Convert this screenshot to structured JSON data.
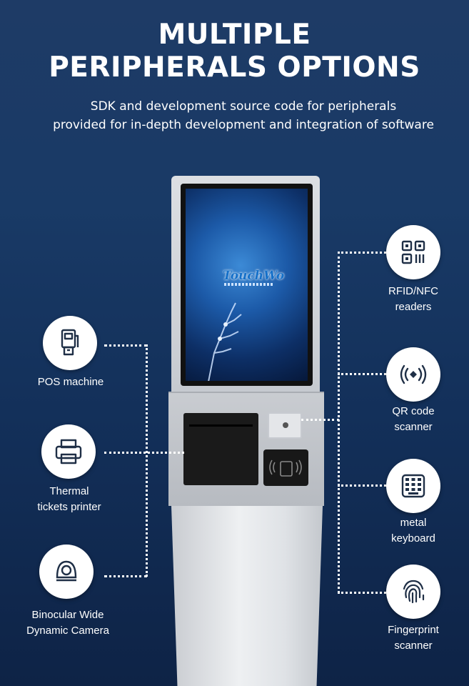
{
  "header": {
    "title_line1": "MULTIPLE",
    "title_line2": "PERIPHERALS OPTIONS",
    "subtitle_line1": "SDK and development source code for peripherals",
    "subtitle_line2": "provided for in-depth development and integration of software"
  },
  "kiosk": {
    "brand": "TouchWo"
  },
  "peripherals_left": [
    {
      "icon": "pos-machine-icon",
      "line1": "POS machine",
      "line2": ""
    },
    {
      "icon": "printer-icon",
      "line1": "Thermal",
      "line2": "tickets printer"
    },
    {
      "icon": "camera-icon",
      "line1": "Binocular Wide",
      "line2": "Dynamic Camera"
    }
  ],
  "peripherals_right": [
    {
      "icon": "qr-code-icon",
      "line1": "RFID/NFC",
      "line2": "readers"
    },
    {
      "icon": "signal-icon",
      "line1": "QR code",
      "line2": "scanner"
    },
    {
      "icon": "keyboard-icon",
      "line1": "metal",
      "line2": "keyboard"
    },
    {
      "icon": "fingerprint-icon",
      "line1": "Fingerprint",
      "line2": "scanner"
    }
  ],
  "colors": {
    "background_top": "#1e3b66",
    "background_bottom": "#0e2346",
    "text": "#ffffff",
    "icon": "#1f2f46"
  }
}
